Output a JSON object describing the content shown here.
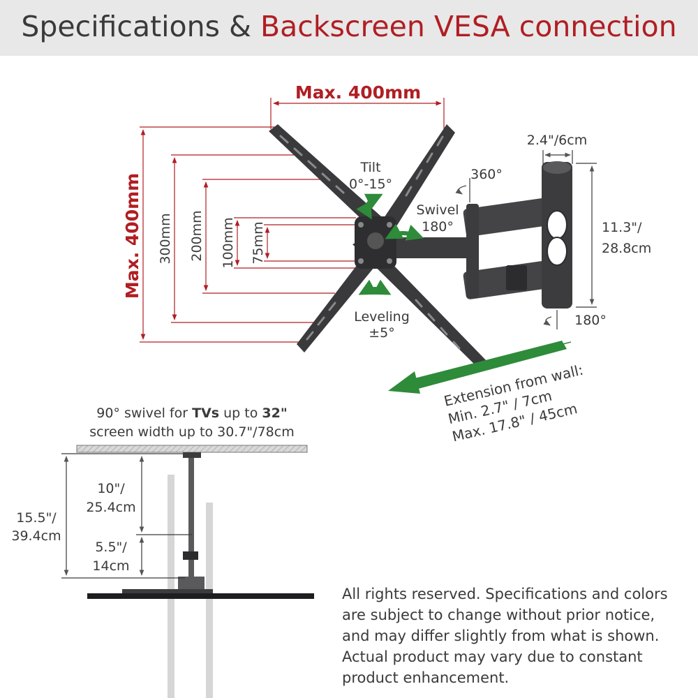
{
  "header": {
    "title_main": "Specifications & ",
    "title_accent": "Backscreen VESA connection"
  },
  "colors": {
    "accent": "#b01e23",
    "text": "#3a3a3a",
    "arrow_green": "#2e8b3a",
    "header_bg": "#e8e8e8",
    "metal": "#3c3c3e"
  },
  "vesa": {
    "max_width_label": "Max. 400mm",
    "max_height_label": "Max. 400mm",
    "dim_300": "300mm",
    "dim_200": "200mm",
    "dim_100": "100mm",
    "dim_75": "75mm"
  },
  "motion": {
    "tilt_label": "Tilt",
    "tilt_range": "0°-15°",
    "swivel_label": "Swivel",
    "swivel_range": "180°",
    "rotation_360": "360°",
    "leveling_label": "Leveling",
    "leveling_range": "±5°",
    "bottom_swivel": "180°"
  },
  "bracket": {
    "depth": "2.4\"/6cm",
    "height_line1": "11.3\"/",
    "height_line2": "28.8cm"
  },
  "extension": {
    "line1": "Extension from wall:",
    "line2": "Min. 2.7\" / 7cm",
    "line3": "Max. 17.8\" / 45cm"
  },
  "side_view": {
    "caption_prefix": "90° swivel for ",
    "caption_bold1": "TVs",
    "caption_mid": " up to ",
    "caption_bold2": "32\"",
    "caption_line2": "screen width up to 30.7\"/78cm",
    "total_line1": "15.5\"/",
    "total_line2": "39.4cm",
    "upper_line1": "10\"/",
    "upper_line2": "25.4cm",
    "lower_line1": "5.5\"/",
    "lower_line2": "14cm"
  },
  "disclaimer": [
    "All rights reserved. Specifications and colors",
    "are subject to change without prior notice,",
    "and may differ slightly from what is shown.",
    "Actual product may vary due to constant",
    "product enhancement."
  ]
}
